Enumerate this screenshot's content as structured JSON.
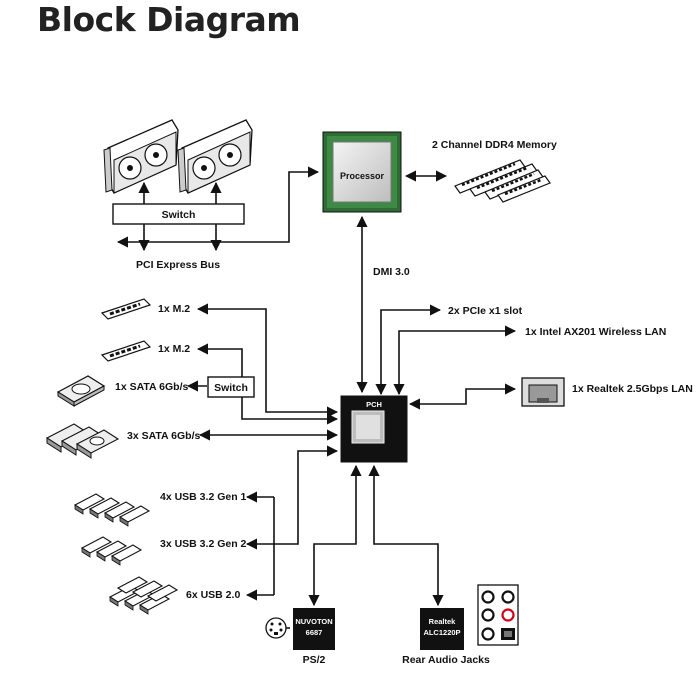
{
  "title": "Block Diagram",
  "nodes": {
    "processor": "Processor",
    "pch": "PCH",
    "memory": "2 Channel DDR4 Memory",
    "dmi": "DMI 3.0",
    "switch_top": "Switch",
    "pci_express_bus": "PCI Express Bus",
    "pcie_x1": "2x PCIe x1 slot",
    "wireless_lan": "1x Intel AX201 Wireless LAN",
    "realtek_lan": "1x Realtek 2.5Gbps LAN",
    "m2_first": "1x M.2",
    "m2_second": "1x M.2",
    "sata_single": "1x SATA 6Gb/s",
    "switch_mid": "Switch",
    "sata_triple": "3x SATA 6Gb/s",
    "usb_gen1": "4x USB 3.2 Gen 1",
    "usb_gen2": "3x USB 3.2 Gen 2",
    "usb2": "6x USB 2.0",
    "nuvoton_line1": "NUVOTON",
    "nuvoton_line2": "6687",
    "ps2": "PS/2",
    "realtek_line1": "Realtek",
    "realtek_line2": "ALC1220P",
    "rear_audio": "Rear Audio Jacks"
  }
}
